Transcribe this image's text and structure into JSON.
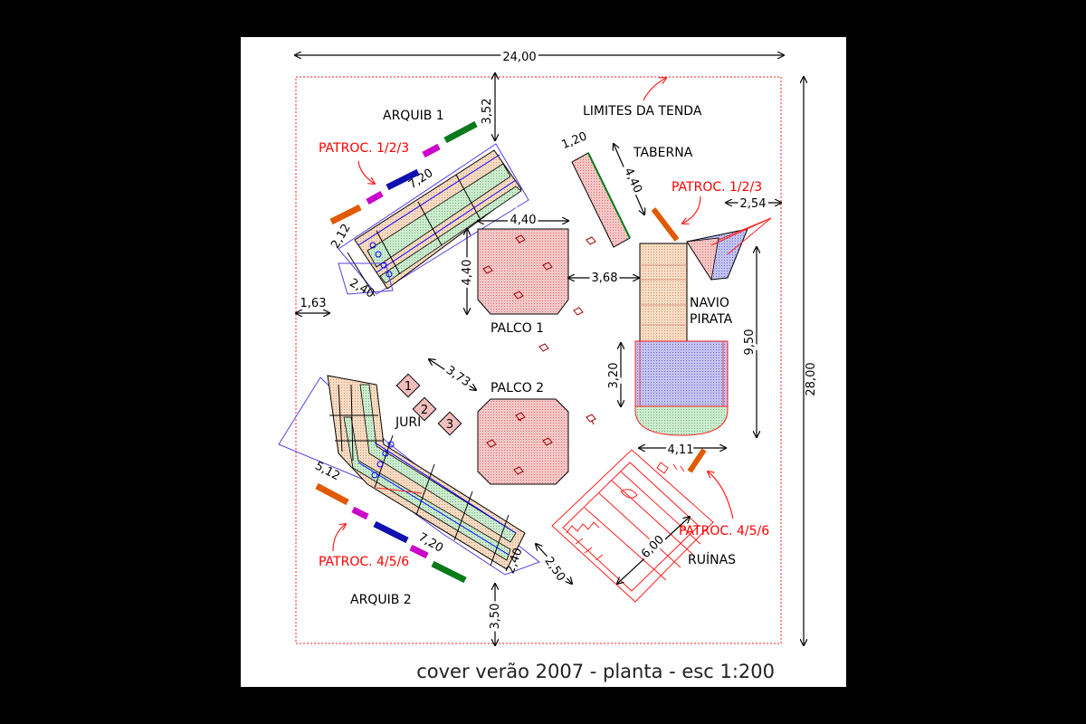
{
  "labels": {
    "arquib1": "ARQUIB 1",
    "arquib2": "ARQUIB 2",
    "limites": "LIMITES DA TENDA",
    "taberna": "TABERNA",
    "navio1": "NAVIO",
    "navio2": "PIRATA",
    "palco1": "PALCO 1",
    "palco2": "PALCO 2",
    "juri": "JURI",
    "ruinas": "RUÍNAS",
    "patroc123_a": "PATROC. 1/2/3",
    "patroc123_b": "PATROC. 1/2/3",
    "patroc456_a": "PATROC. 4/5/6",
    "patroc456_b": "PATROC. 4/5/6",
    "juri1": "1",
    "juri2": "2",
    "juri3": "3"
  },
  "dims": {
    "width_total": "24,00",
    "height_total": "28,00",
    "d352": "3,52",
    "d350": "3,50",
    "d720a": "7,20",
    "d720b": "7,20",
    "d212": "2,12",
    "d240a": "2,40",
    "d240b": "2,40",
    "d163": "1,63",
    "d440a": "4,40",
    "d440b": "4,40",
    "d440c": "4,40",
    "d368": "3,68",
    "d120": "1,20",
    "d254": "2,54",
    "d950": "9,50",
    "d320": "3,20",
    "d373": "3,73",
    "d512": "5,12",
    "d250": "2,50",
    "d411": "4,11",
    "d600": "6,00"
  },
  "caption": "cover verão 2007 - planta - esc 1:200",
  "colors": {
    "background": "#000000",
    "sheet": "#ffffff",
    "tent_limit": "#ff2020",
    "stage_fill": "#f2b3b3",
    "stand_peach": "#f7d2b4",
    "stand_green": "#bfe6c4",
    "ship_blue": "#b3b3f0",
    "ship_green": "#bfe6c4",
    "sponsor_orange": "#e05a00",
    "sponsor_magenta": "#cc00cc",
    "sponsor_blue": "#1010b0",
    "sponsor_green": "#0a7a1a"
  }
}
